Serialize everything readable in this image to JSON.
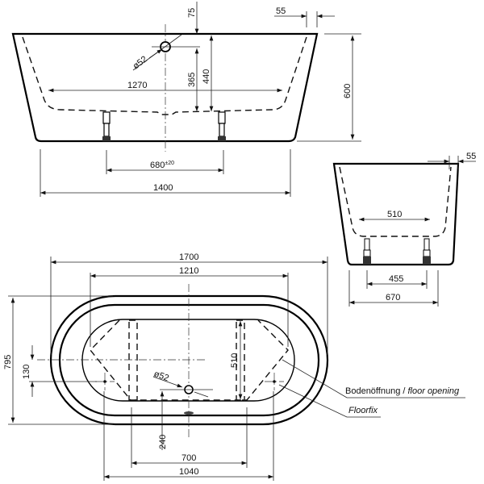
{
  "side_view": {
    "dim_overflow_from_top": "75",
    "dim_rim_width": "55",
    "dim_overflow_diameter": "ø52",
    "dim_overflow_height": "365",
    "dim_inner_depth": "440",
    "dim_inner_length": "1270",
    "dim_height": "600",
    "dim_feet_spacing": "680",
    "dim_feet_tolerance": "±20",
    "dim_bottom_length": "1400"
  },
  "end_view": {
    "dim_rim_width": "55",
    "dim_inner_width": "510",
    "dim_feet_spacing": "455",
    "dim_bottom_width": "670"
  },
  "plan_view": {
    "dim_length": "1700",
    "dim_inner_length": "1210",
    "dim_width": "795",
    "dim_floorfix_offset": "130",
    "dim_feet_length": "510",
    "dim_drain_diameter": "ø52",
    "dim_drain_offset": "240",
    "dim_feet_spacing": "700",
    "dim_floorfix_spacing": "1040",
    "label_floor_opening_de": "Bodenöffnung / ",
    "label_floor_opening_en": "floor opening",
    "label_floorfix": "Floorfix"
  }
}
